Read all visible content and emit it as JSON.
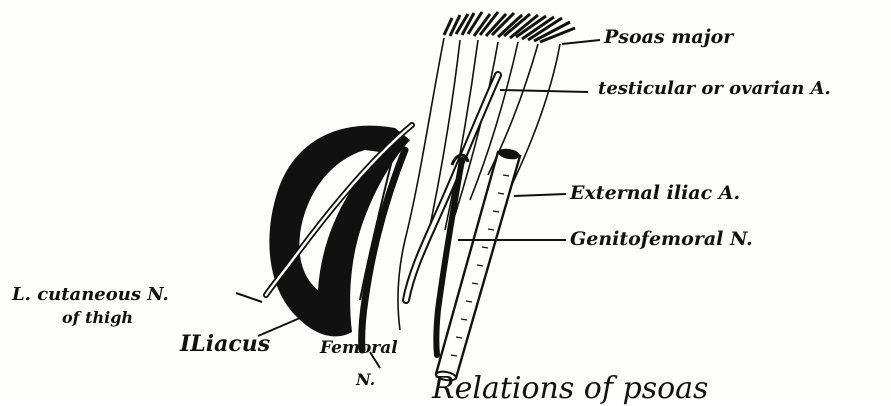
{
  "diagram": {
    "labels": {
      "psoas_major": "Psoas major",
      "testicular_ovarian_artery": "testicular or ovarian A.",
      "external_iliac_artery": "External iliac A.",
      "genitofemoral_nerve": "Genitofemoral N.",
      "lateral_cutaneous_nerve_line1": "L. cutaneous N.",
      "lateral_cutaneous_nerve_line2": "of thigh",
      "iliacus": "ILiacus",
      "femoral_nerve_line1": "Femoral",
      "femoral_nerve_line2": "N.",
      "caption_partial": "Relations of psoas"
    },
    "colors": {
      "ink": "#111111",
      "paper": "#fdfdfb"
    }
  }
}
